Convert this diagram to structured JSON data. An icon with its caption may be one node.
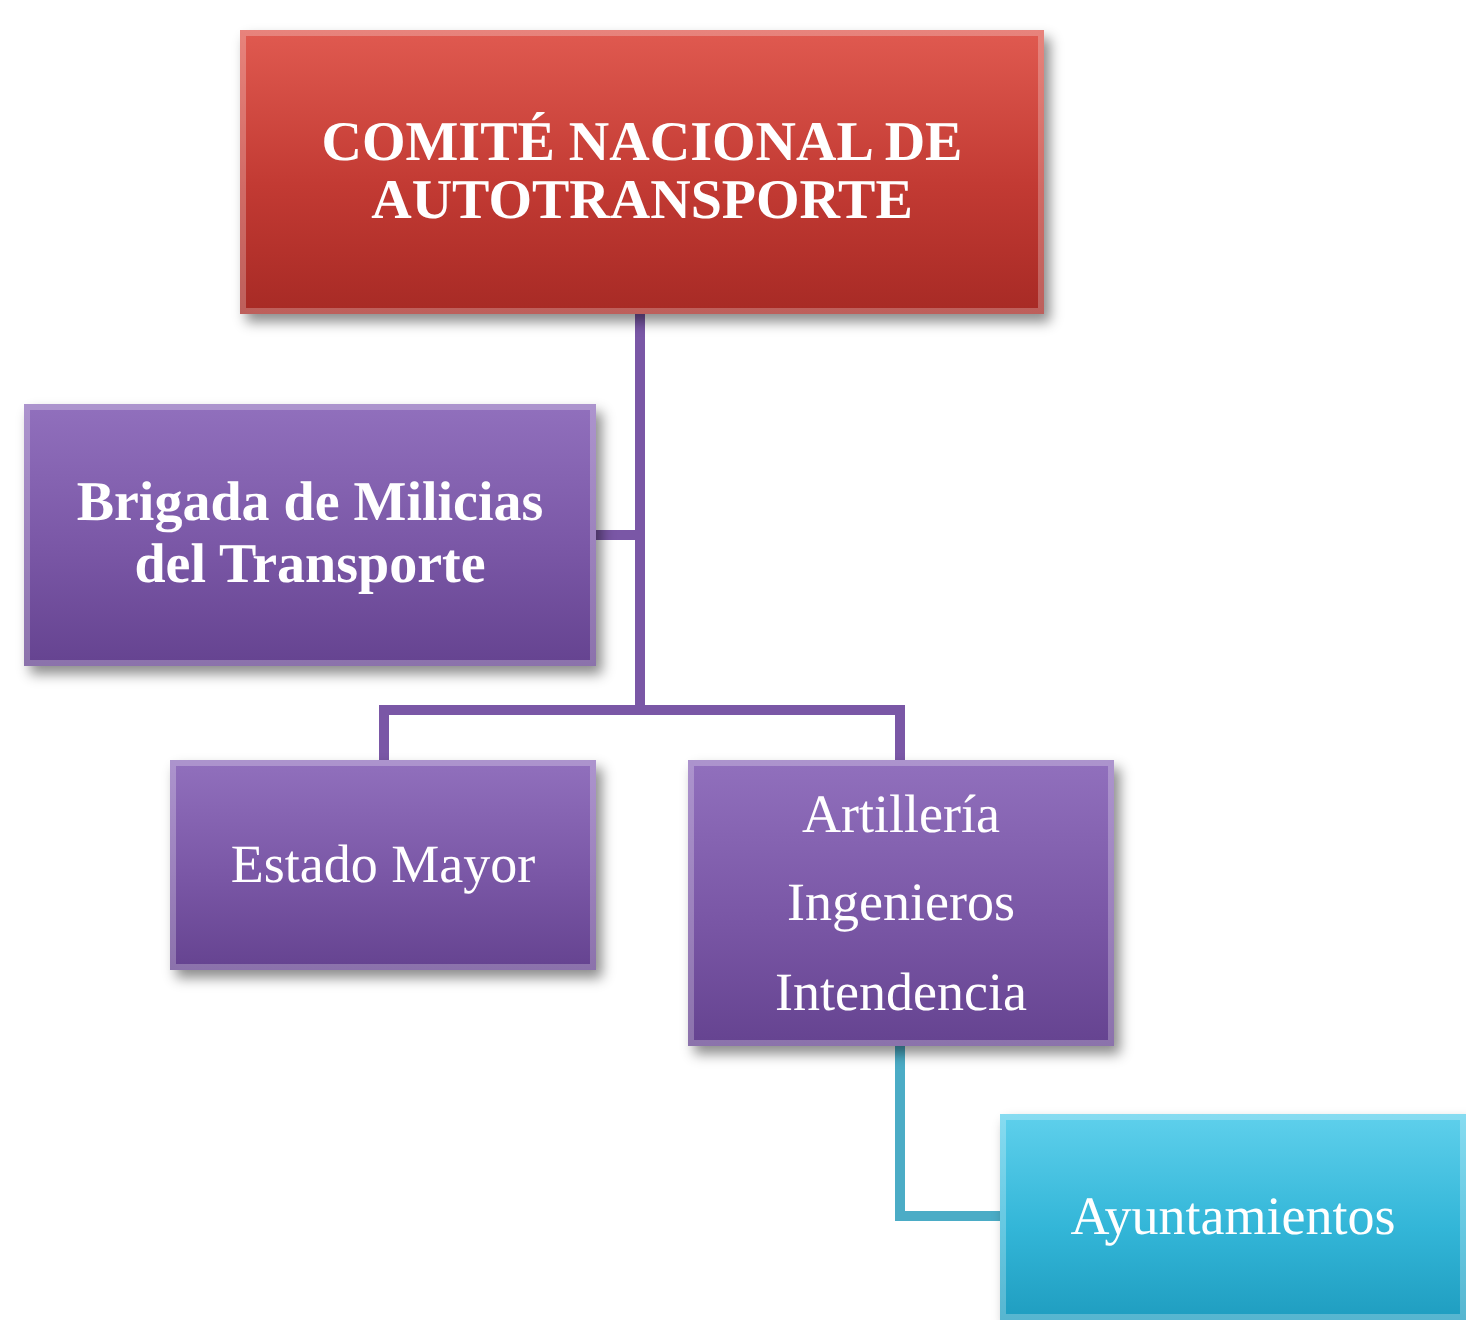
{
  "diagram": {
    "nodes": [
      {
        "text": [
          "COMITÉ NACIONAL DE AUTOTRANSPORTE"
        ]
      },
      {
        "text": [
          "Brigada de Milicias del Transporte"
        ]
      },
      {
        "text": [
          "Estado Mayor"
        ]
      },
      {
        "text": [
          "Artillería",
          "Ingenieros",
          "Intendencia"
        ]
      },
      {
        "text": [
          "Ayuntamientos"
        ]
      }
    ],
    "edges": [
      {
        "from": 0,
        "to": 1,
        "arrow": "none"
      },
      {
        "from": 0,
        "to": 2,
        "arrow": "none"
      },
      {
        "from": 0,
        "to": 3,
        "arrow": "none"
      },
      {
        "from": 3,
        "to": 4,
        "arrow": "none",
        "color": "#4bacc6"
      }
    ]
  }
}
